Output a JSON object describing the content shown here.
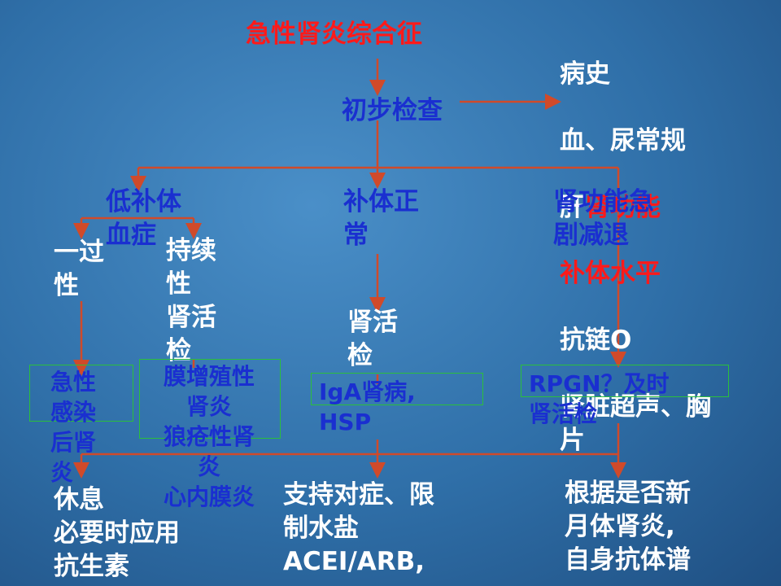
{
  "nodes": {
    "title": "急性肾炎综合征",
    "initial_check": "初步检查",
    "exams": {
      "line1": "病史",
      "line2": "血、尿常规",
      "line3_prefix": "肝",
      "line3_red": "肾功能",
      "line4": "补体水平",
      "line5": "抗链O",
      "line6": "肾脏超声、胸\n片"
    },
    "low_complement": "低补体\n血症",
    "normal_complement": "补体正\n常",
    "rapid_decline": "肾功能急\n剧减退",
    "transient": "一过\n性",
    "persistent": "持续\n性\n肾活\n检",
    "biopsy_mid": "肾活\n检",
    "post_infection": "急性\n感染\n后肾\n炎",
    "mpgn": "膜增殖性\n肾炎\n狼疮性肾\n炎\n心内膜炎",
    "iga": "IgA肾病,\nHSP",
    "rpgn": "RPGN？及时\n肾活检",
    "treatment_left": "休息\n必要时应用\n抗生素",
    "treatment_mid": "支持对症、限\n制水盐\nACEI/ARB,",
    "treatment_right": "根据是否新\n月体肾炎,\n自身抗体谱"
  },
  "colors": {
    "connector": "#d04a2a",
    "box_border": "#2bbf3c",
    "node_text": "#1a2fd0",
    "exam_text": "#ffffff",
    "title_text": "#ff1a1a"
  }
}
